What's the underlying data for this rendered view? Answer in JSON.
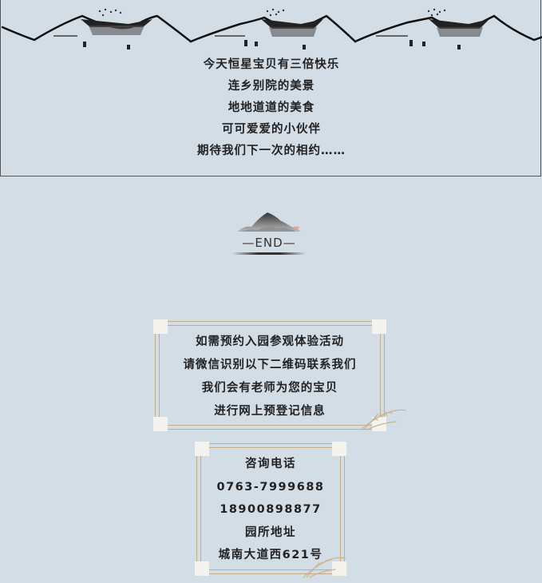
{
  "top_panel": {
    "lines": [
      "今天恒星宝贝有三倍快乐",
      "连乡别院的美景",
      "地地道道的美食",
      "可可爱爱的小伙伴",
      "期待我们下一次的相约……"
    ]
  },
  "end_mark": {
    "text": "—END—"
  },
  "booking_box": {
    "lines": [
      "如需预约入园参观体验活动",
      "请微信识别以下二维码联系我们",
      "我们会有老师为您的宝贝",
      "进行网上预登记信息"
    ]
  },
  "contact_box": {
    "phone_label": "咨询电话",
    "phone_1": "0763-7999688",
    "phone_2": "18900898877",
    "address_label": "园所地址",
    "address": "城南大道西621号"
  },
  "colors": {
    "background": "#d3dde6",
    "frame_gold": "#c4ad86",
    "ink": "#222222"
  }
}
